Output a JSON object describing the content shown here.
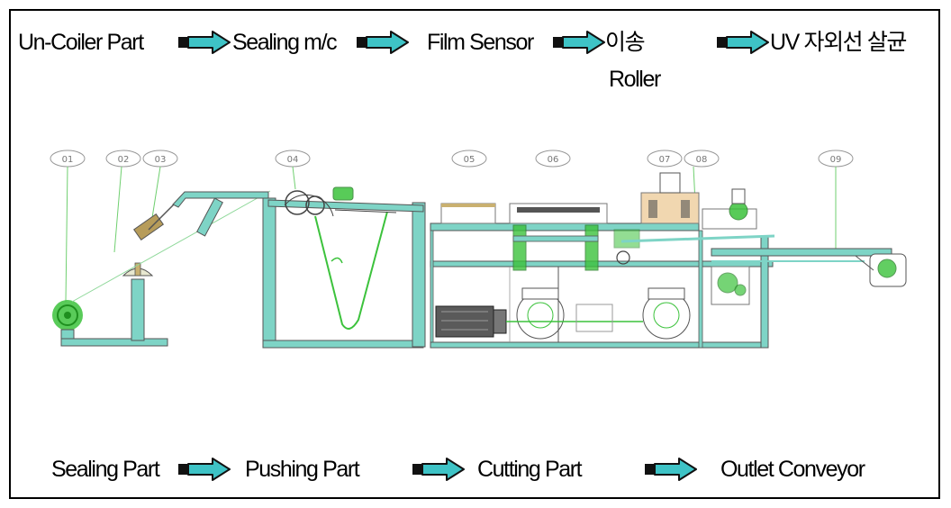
{
  "flow_top": {
    "step1": "Un-Coiler Part",
    "step2": "Sealing m/c",
    "step3": "Film Sensor",
    "step4_line1": "이송",
    "step4_line2": "Roller",
    "step5": "UV 자외선 살균"
  },
  "flow_bottom": {
    "step1": "Sealing Part",
    "step2": "Pushing Part",
    "step3": "Cutting Part",
    "step4": "Outlet Conveyor"
  },
  "station_numbers": [
    "01",
    "02",
    "03",
    "04",
    "05",
    "06",
    "07",
    "08",
    "09"
  ],
  "colors": {
    "arrow_fill": "#3ec3c6",
    "arrow_tail": "#111111",
    "machine_teal": "#7ed4c6",
    "machine_green": "#3cc23c",
    "frame_line": "#555555"
  },
  "icons": {
    "process_arrow": "right-arrow-icon"
  }
}
